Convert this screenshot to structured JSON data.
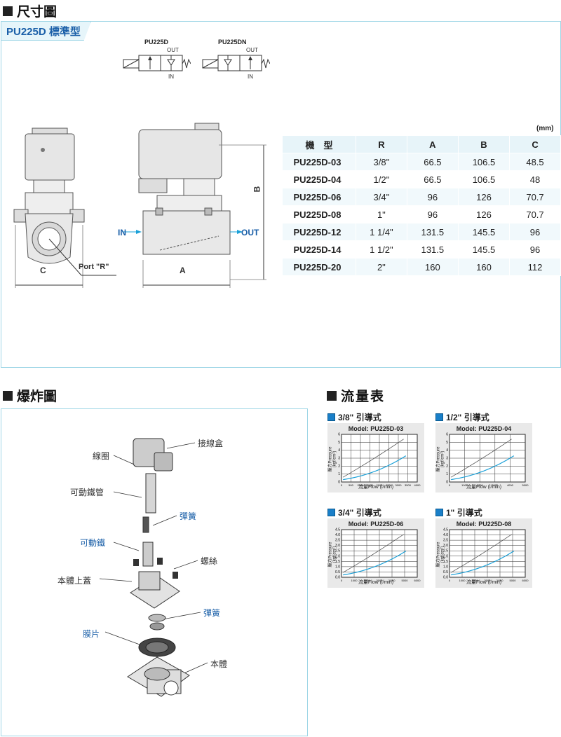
{
  "sections": {
    "dimension": "尺寸圖",
    "exploded": "爆炸圖",
    "flow": "流量表"
  },
  "tag": "PU225D 標準型",
  "symbols": [
    {
      "name": "PU225D",
      "out": "OUT",
      "in": "IN"
    },
    {
      "name": "PU225DN",
      "out": "OUT",
      "in": "IN"
    }
  ],
  "drawing": {
    "c": "C",
    "a": "A",
    "b": "B",
    "port": "Port \"R\"",
    "in": "IN",
    "out": "OUT"
  },
  "unit": "(mm)",
  "table": {
    "headers": [
      "機　型",
      "R",
      "A",
      "B",
      "C"
    ],
    "rows": [
      [
        "PU225D-03",
        "3/8\"",
        "66.5",
        "106.5",
        "48.5"
      ],
      [
        "PU225D-04",
        "1/2\"",
        "66.5",
        "106.5",
        "48"
      ],
      [
        "PU225D-06",
        "3/4\"",
        "96",
        "126",
        "70.7"
      ],
      [
        "PU225D-08",
        "1\"",
        "96",
        "126",
        "70.7"
      ],
      [
        "PU225D-12",
        "1 1/4\"",
        "131.5",
        "145.5",
        "96"
      ],
      [
        "PU225D-14",
        "1 1/2\"",
        "131.5",
        "145.5",
        "96"
      ],
      [
        "PU225D-20",
        "2\"",
        "160",
        "160",
        "112"
      ]
    ]
  },
  "parts": {
    "coil": "線圈",
    "plunger_tube": "可動鐵管",
    "plunger": "可動鐵",
    "body_cover": "本體上蓋",
    "diaphragm": "膜片",
    "junction_box": "接線盒",
    "spring1": "彈簧",
    "screw": "螺絲",
    "spring2": "彈簧",
    "body": "本體"
  },
  "flow": [
    {
      "head": "3/8\" 引導式",
      "model": "Model: PU225D-03",
      "xlabel": "流量Flow (l/min)",
      "ylabel": "壓力Pressure (kgf/cm²)",
      "xticks": [
        "0",
        "500",
        "1000",
        "1500",
        "2000",
        "2500",
        "3000",
        "3500",
        "4000"
      ],
      "yticks": [
        "0",
        "1",
        "2",
        "3",
        "4",
        "5",
        "6"
      ]
    },
    {
      "head": "1/2\" 引導式",
      "model": "Model: PU225D-04",
      "xlabel": "流量Flow (l/min)",
      "ylabel": "壓力Pressure (kgf/cm²)",
      "xticks": [
        "0",
        "1000",
        "2000",
        "3000",
        "4000",
        "5000"
      ],
      "yticks": [
        "0",
        "1",
        "2",
        "3",
        "4",
        "5",
        "6"
      ]
    },
    {
      "head": "3/4\" 引導式",
      "model": "Model: PU225D-06",
      "xlabel": "流量Flow (l/min)",
      "ylabel": "壓力Pressure (kgf/cm²)",
      "xticks": [
        "0",
        "1000",
        "2000",
        "3000",
        "4000",
        "5000",
        "6000"
      ],
      "yticks": [
        "0.0",
        "0.5",
        "1.0",
        "1.5",
        "2.0",
        "2.5",
        "3.0",
        "3.5",
        "4.0",
        "4.5"
      ]
    },
    {
      "head": "1\" 引導式",
      "model": "Model: PU225D-08",
      "xlabel": "流量Flow (l/min)",
      "ylabel": "壓力Pressure (kgf/cm²)",
      "xticks": [
        "0",
        "1000",
        "2000",
        "3000",
        "4000",
        "5000",
        "6000"
      ],
      "yticks": [
        "0.0",
        "0.5",
        "1.0",
        "1.5",
        "2.0",
        "2.5",
        "3.0",
        "3.5",
        "4.0",
        "4.5"
      ]
    }
  ],
  "colors": {
    "accent": "#1a5fa8",
    "panel_border": "#9fd6e6",
    "curve_blue": "#1aa0d8",
    "curve_dark": "#555555"
  }
}
